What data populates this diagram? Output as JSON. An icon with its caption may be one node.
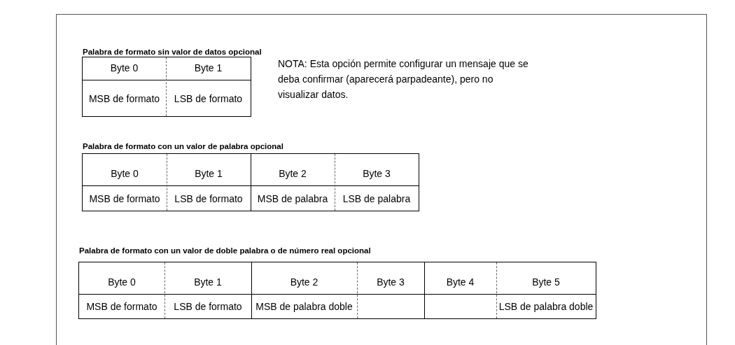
{
  "diagram": {
    "labels": [
      "Palabra de formato sin valor de datos opcional",
      "Byte 0",
      "Byte 1",
      "MSB de formato",
      "LSB de formato",
      "NOTA: Esta opción permite configurar un mensaje que se deba confirmar (aparecerá parpadeante), pero no visualizar datos.",
      "Palabra de formato con un valor de palabra opcional",
      "Byte 0",
      "Byte 1",
      "Byte 2",
      "Byte 3",
      "MSB de formato",
      "LSB de formato",
      "MSB de palabra",
      "LSB de palabra",
      "Palabra de formato con un valor de doble palabra o de número real opcional",
      "Byte 0",
      "Byte 1",
      "Byte 2",
      "Byte 3",
      "Byte 4",
      "Byte 5",
      "MSB de formato",
      "LSB de formato",
      "MSB de palabra doble",
      "LSB de palabra doble"
    ]
  }
}
